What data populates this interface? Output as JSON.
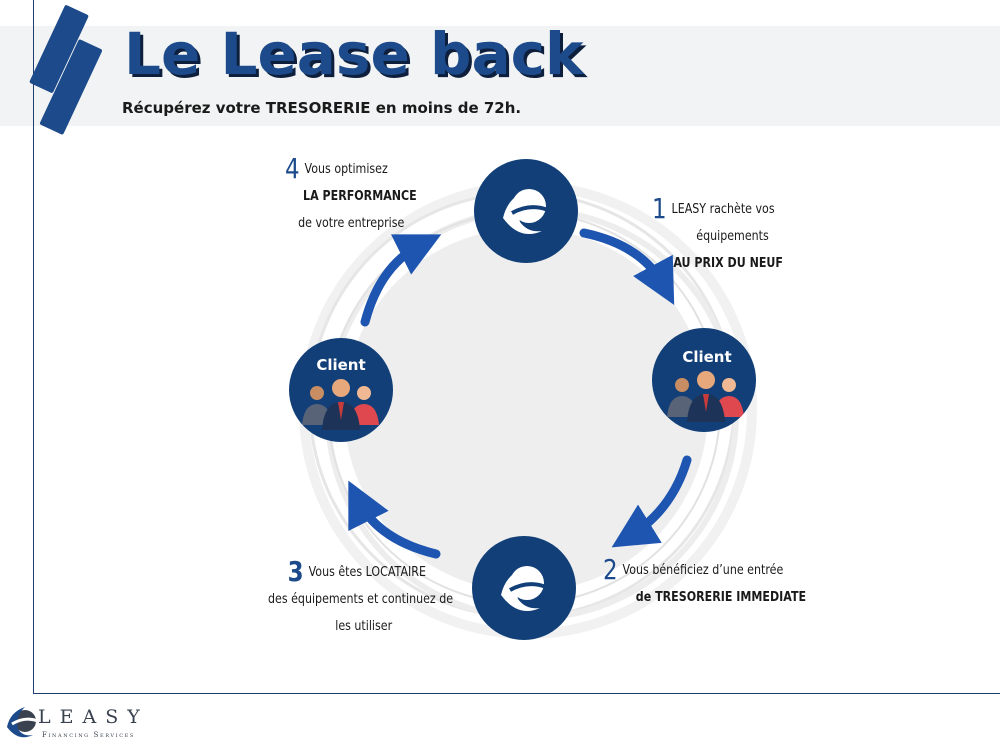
{
  "header": {
    "title": "Le Lease back",
    "subtitle": "Récupérez votre TRESORERIE en moins de 72h."
  },
  "cycle": {
    "client_label": "Client",
    "steps": [
      {
        "number": "1",
        "lines": [
          "LEASY rachète vos",
          "équipements",
          "AU PRIX DU NEUF"
        ]
      },
      {
        "number": "2",
        "lines": [
          "Vous bénéficiez d’une entrée",
          "de TRESORERIE IMMEDIATE"
        ]
      },
      {
        "number": "3",
        "lines": [
          "Vous êtes LOCATAIRE",
          "des équipements et continuez de",
          "les utiliser"
        ]
      },
      {
        "number": "4",
        "lines": [
          "Vous optimisez",
          "LA PERFORMANCE",
          "de  votre entreprise"
        ]
      }
    ]
  },
  "brand": {
    "name": "LEASY",
    "tagline": "Financing Services"
  },
  "colors": {
    "navy": "#1c4a8a",
    "circle_navy": "#123f78",
    "arrow_blue": "#1e55b0",
    "ring_gray": "#ececec"
  }
}
